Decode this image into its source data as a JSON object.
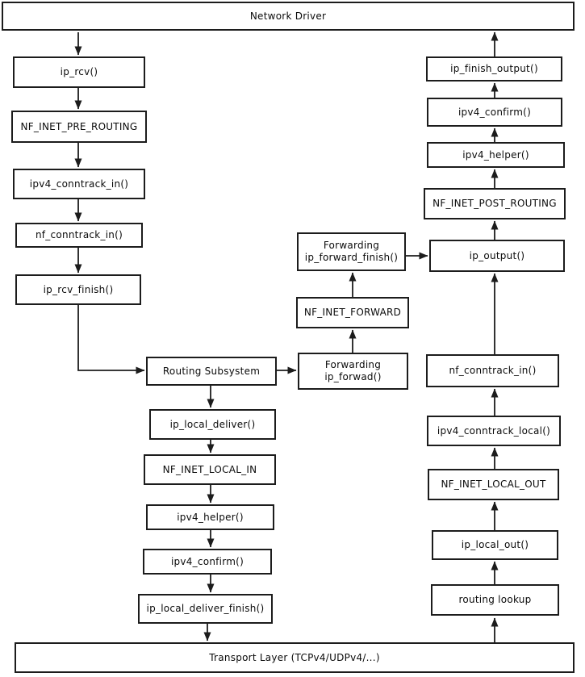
{
  "diagram": {
    "description": "Linux kernel netfilter packet flow diagram",
    "colors": {
      "background": "#ffffff",
      "box_fill": "#ffffff",
      "box_border": "#1c1c1c",
      "arrow": "#1c1c1c",
      "text": "#0b0b0b"
    },
    "nodes": {
      "network_driver": {
        "label": "Network Driver"
      },
      "ip_rcv": {
        "label": "ip_rcv()"
      },
      "nf_inet_pre_routing": {
        "label": "NF_INET_PRE_ROUTING"
      },
      "ipv4_conntrack_in": {
        "label": "ipv4_conntrack_in()"
      },
      "nf_conntrack_in_left": {
        "label": "nf_conntrack_in()"
      },
      "ip_rcv_finish": {
        "label": "ip_rcv_finish()"
      },
      "routing_subsystem": {
        "label": "Routing Subsystem"
      },
      "ip_local_deliver": {
        "label": "ip_local_deliver()"
      },
      "nf_inet_local_in": {
        "label": "NF_INET_LOCAL_IN"
      },
      "ipv4_helper_in": {
        "label": "ipv4_helper()"
      },
      "ipv4_confirm_in": {
        "label": "ipv4_confirm()"
      },
      "ip_local_deliver_finish": {
        "label": "ip_local_deliver_finish()"
      },
      "forward_finish": {
        "line1": "Forwarding",
        "line2": "ip_forward_finish()"
      },
      "nf_inet_forward": {
        "label": "NF_INET_FORWARD"
      },
      "forward": {
        "line1": "Forwarding",
        "line2": "ip_forwad()"
      },
      "ip_output": {
        "label": "ip_output()"
      },
      "nf_inet_post_routing": {
        "label": "NF_INET_POST_ROUTING"
      },
      "ipv4_helper_out": {
        "label": "ipv4_helper()"
      },
      "ipv4_confirm_out": {
        "label": "ipv4_confirm()"
      },
      "ip_finish_output": {
        "label": "ip_finish_output()"
      },
      "nf_conntrack_in_right": {
        "label": "nf_conntrack_in()"
      },
      "ipv4_conntrack_local": {
        "label": "ipv4_conntrack_local()"
      },
      "nf_inet_local_out": {
        "label": "NF_INET_LOCAL_OUT"
      },
      "ip_local_out": {
        "label": "ip_local_out()"
      },
      "routing_lookup": {
        "label": "routing lookup"
      },
      "transport_layer": {
        "label": "Transport Layer (TCPv4/UDPv4/...)"
      }
    }
  }
}
